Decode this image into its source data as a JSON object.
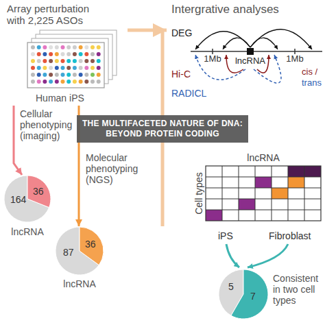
{
  "diagram": {
    "title": "THE MULTIFACETED NATURE OF DNA: BEYOND PROTEIN CODING",
    "nodes": [
      {
        "text": [
          "Array perturbation with 2,225 ASOs",
          "Human iPS"
        ]
      },
      {
        "text": [
          "164",
          "36"
        ]
      },
      {
        "text": [
          "87",
          "36"
        ]
      },
      {
        "text": [
          "5",
          "7"
        ]
      }
    ],
    "edges": [
      {
        "from": 0,
        "to": 1,
        "label": "Cellular phenotyping (imaging)",
        "arrow": "to"
      },
      {
        "from": 0,
        "to": 2,
        "label": "Molecular phenotyping (NGS)",
        "arrow": "to"
      }
    ],
    "labels": [
      "Intergrative analyses",
      "DEG",
      "1Mb",
      "lncRNA",
      "1Mb",
      "Hi-C",
      "cis /",
      "trans",
      "RADICL",
      "lncRNA",
      "Cell types",
      "iPS",
      "Fibroblast",
      "lncRNA",
      "lncRNA",
      "Consistent in two cell types"
    ]
  }
}
